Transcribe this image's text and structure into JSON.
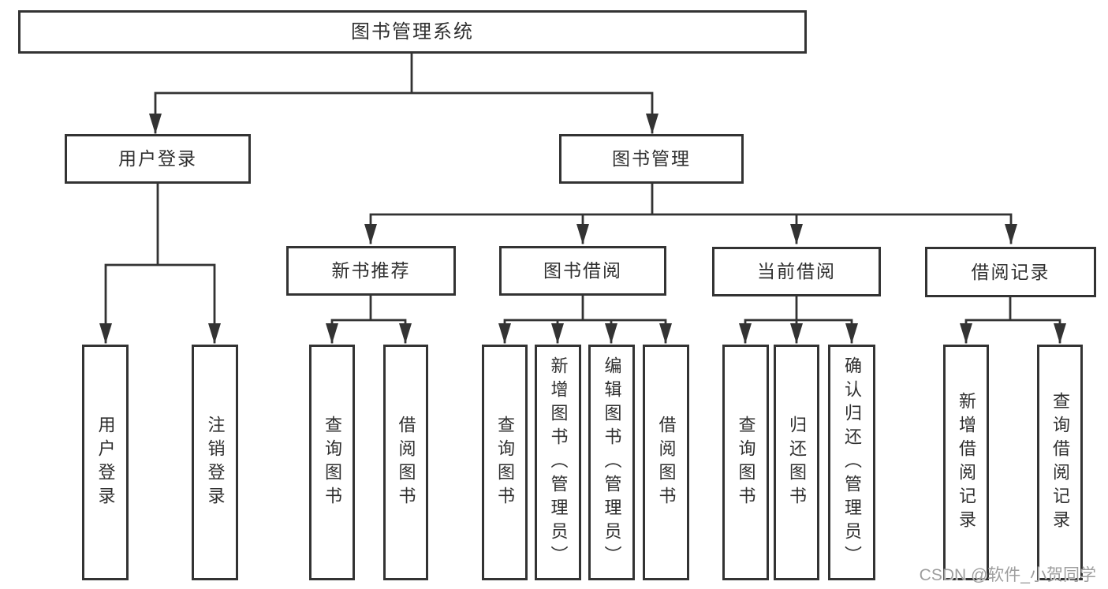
{
  "diagram_title": "图书管理系统",
  "tree": {
    "label": "图书管理系统",
    "children": [
      {
        "label": "用户登录",
        "children": [
          {
            "label": "用户登录"
          },
          {
            "label": "注销登录"
          }
        ]
      },
      {
        "label": "图书管理",
        "children": [
          {
            "label": "新书推荐",
            "children": [
              {
                "label": "查询图书"
              },
              {
                "label": "借阅图书"
              }
            ]
          },
          {
            "label": "图书借阅",
            "children": [
              {
                "label": "查询图书"
              },
              {
                "label": "新增图书（管理员）"
              },
              {
                "label": "编辑图书（管理员）"
              },
              {
                "label": "借阅图书"
              }
            ]
          },
          {
            "label": "当前借阅",
            "children": [
              {
                "label": "查询图书"
              },
              {
                "label": "归还图书"
              },
              {
                "label": "确认归还（管理员）"
              }
            ]
          },
          {
            "label": "借阅记录",
            "children": [
              {
                "label": "新增借阅记录"
              },
              {
                "label": "查询借阅记录"
              }
            ]
          }
        ]
      }
    ]
  },
  "watermark": {
    "text": "CSDN @软件_小贺同学"
  },
  "colors": {
    "line": "#333333",
    "text": "#2f2f2f",
    "box_background": "#ffffff",
    "page_background": "#ffffff",
    "watermark": "#9e9e9e"
  }
}
